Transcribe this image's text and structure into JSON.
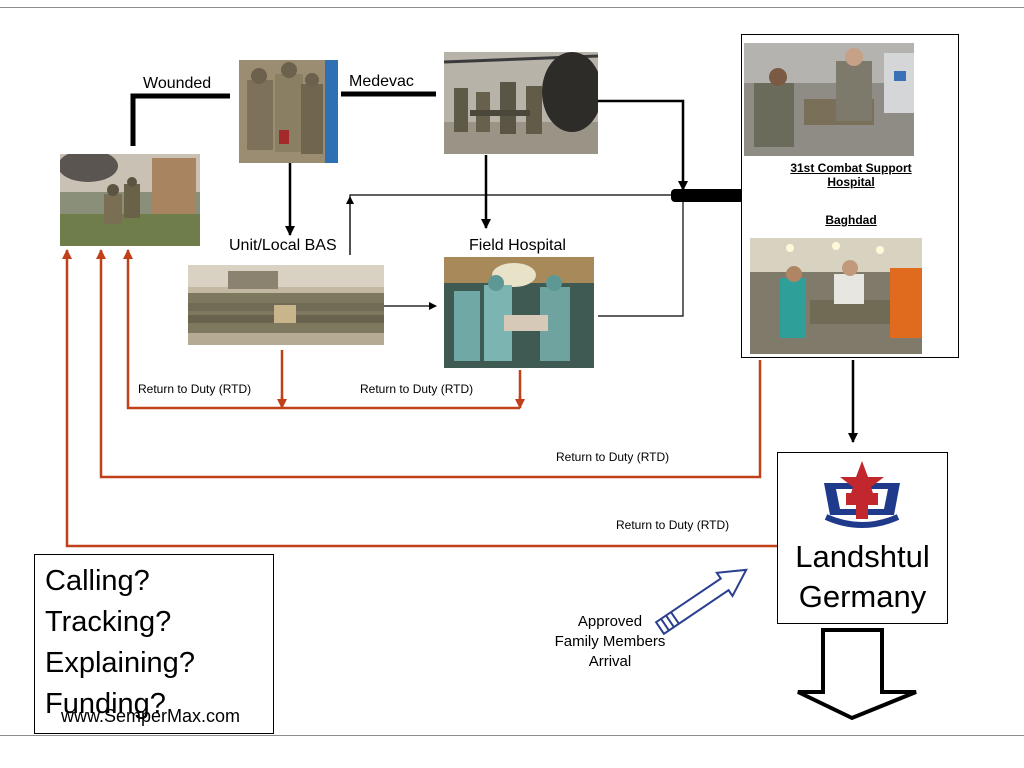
{
  "labels": {
    "wounded": "Wounded",
    "medevac": "Medevac",
    "unit_bas": "Unit/Local BAS",
    "field_hospital": "Field Hospital",
    "rtd_1": "Return to Duty (RTD)",
    "rtd_2": "Return to Duty (RTD)",
    "rtd_3": "Return to Duty (RTD)",
    "rtd_4": "Return to Duty (RTD)"
  },
  "csh_panel": {
    "name_line1": "31st Combat  Support",
    "name_line2": "Hospital",
    "city": "Baghdad"
  },
  "landstuhl": {
    "line1": "Landshtul",
    "line2": "Germany",
    "crest_icon": "medical-crest-icon"
  },
  "questions": [
    "Calling?",
    "Tracking?",
    "Explaining?",
    "Funding?"
  ],
  "watermark": "www.SemperMax.com",
  "family": {
    "line1": "Approved",
    "line2": "Family Members",
    "line3": "Arrival"
  },
  "colors": {
    "rtd_line": "#c0401a",
    "family_arrow": "#2a3f8f",
    "crest_blue": "#1f3a8a",
    "crest_red": "#c1272d"
  },
  "photos": [
    "soldiers-combat-photo",
    "wounded-soldier-carried-photo",
    "medevac-helicopter-photo",
    "unit-formation-photo",
    "field-hospital-surgery-photo",
    "csh-treatment-photo",
    "csh-ward-photo"
  ]
}
